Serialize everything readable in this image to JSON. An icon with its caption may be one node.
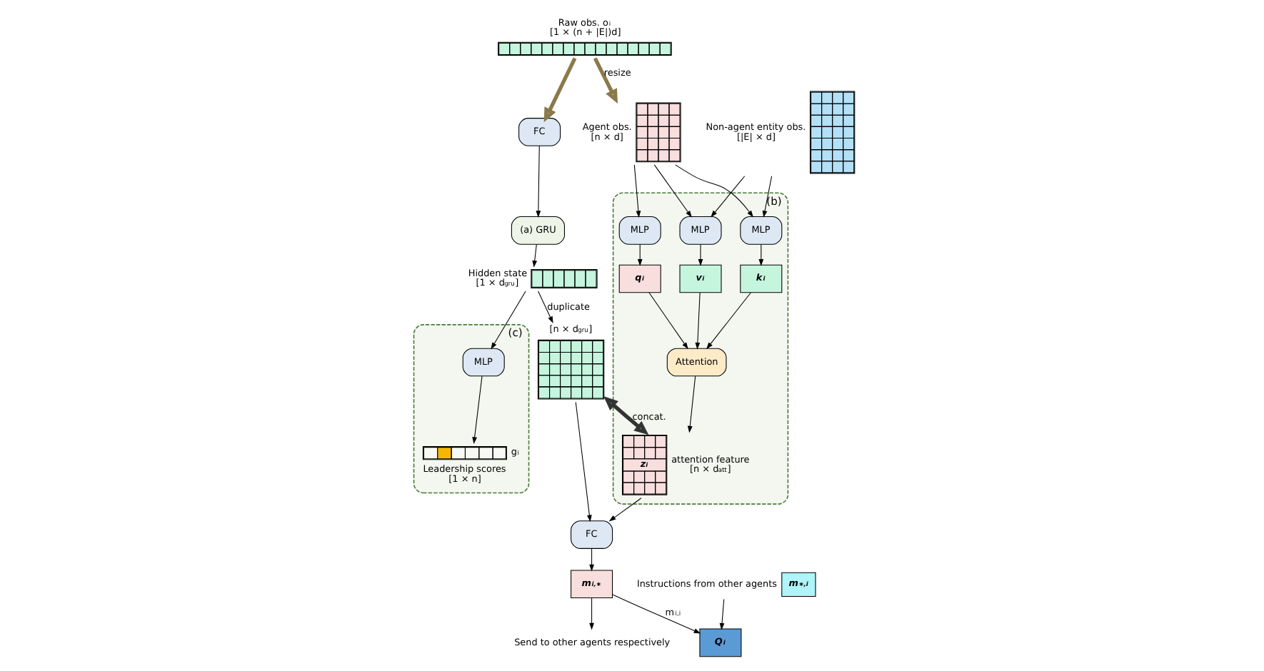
{
  "diagram": {
    "nodes": [
      {
        "text": [
          "Raw obs. o$_{i}$",
          "[1 × (n + |E|)d]"
        ]
      },
      {
        "text": [
          "FC"
        ]
      },
      {
        "text": [
          "(a) GRU"
        ]
      },
      {
        "text": [
          "Hidden state",
          "[1 × d$_{gru}$]"
        ]
      },
      {
        "text": [
          "Agent obs.",
          "[n × d]"
        ]
      },
      {
        "text": [
          "Non-agent entity obs.",
          "[|E| × d]"
        ]
      },
      {
        "text": [
          "(b)"
        ]
      },
      {
        "text": [
          "MLP"
        ],
        "in": 6
      },
      {
        "text": [
          "MLP"
        ],
        "in": 6
      },
      {
        "text": [
          "MLP"
        ],
        "in": 6
      },
      {
        "text": [
          "q$_{i}$"
        ],
        "in": 6
      },
      {
        "text": [
          "k$_{i}$"
        ],
        "in": 6
      },
      {
        "text": [
          "v$_{i}$"
        ],
        "in": 6
      },
      {
        "text": [
          "Attention"
        ],
        "in": 6
      },
      {
        "text": [
          "z$_{i}$"
        ],
        "beside": [
          "attention feature",
          "[n × d$_{att}$]"
        ],
        "in": 6
      },
      {
        "text": [
          "[n × d$_{gru}$]"
        ]
      },
      {
        "text": [
          "(c)"
        ]
      },
      {
        "text": [
          "MLP"
        ],
        "in": 16
      },
      {
        "text": [
          "Leadership scores",
          "[1 × n]"
        ],
        "beside": [
          "g$_{i}$"
        ],
        "in": 16
      },
      {
        "text": [
          "FC"
        ]
      },
      {
        "text": [
          "m$_{i,∗}$"
        ]
      },
      {
        "text": [
          "Q$_{i}$"
        ]
      },
      {
        "text": [
          "m$_{∗,i}$"
        ],
        "beside": [
          "Instructions from other agents"
        ]
      },
      {
        "text": [
          "Send to other agents respectively"
        ]
      }
    ],
    "edges": [
      {
        "from": 0,
        "to": 1,
        "arrow": "to",
        "style": "thick",
        "color": "#8a7a4a"
      },
      {
        "from": 0,
        "to": 4,
        "arrow": "to",
        "label": "resize",
        "style": "thick",
        "color": "#8a7a4a"
      },
      {
        "from": 1,
        "to": 2,
        "arrow": "to"
      },
      {
        "from": 2,
        "to": 3,
        "arrow": "to"
      },
      {
        "from": 3,
        "to": 15,
        "arrow": "to",
        "label": "duplicate"
      },
      {
        "from": 3,
        "to": 17,
        "arrow": "to"
      },
      {
        "from": 17,
        "to": 18,
        "arrow": "to"
      },
      {
        "from": 4,
        "to": 7,
        "arrow": "to"
      },
      {
        "from": 4,
        "to": 8,
        "arrow": "to"
      },
      {
        "from": 5,
        "to": 8,
        "arrow": "to"
      },
      {
        "from": 4,
        "to": 9,
        "arrow": "to"
      },
      {
        "from": 5,
        "to": 9,
        "arrow": "to"
      },
      {
        "from": 7,
        "to": 10,
        "arrow": "to"
      },
      {
        "from": 8,
        "to": 11,
        "arrow": "to"
      },
      {
        "from": 9,
        "to": 12,
        "arrow": "to"
      },
      {
        "from": 10,
        "to": 13,
        "arrow": "to"
      },
      {
        "from": 11,
        "to": 13,
        "arrow": "to"
      },
      {
        "from": 12,
        "to": 13,
        "arrow": "to"
      },
      {
        "from": 13,
        "to": 14,
        "arrow": "to"
      },
      {
        "from": 15,
        "to": 14,
        "arrow": "both",
        "label": "concat.",
        "style": "thick",
        "color": "#333333"
      },
      {
        "from": 15,
        "to": 19,
        "arrow": "to"
      },
      {
        "from": 14,
        "to": 19,
        "arrow": "to"
      },
      {
        "from": 19,
        "to": 20,
        "arrow": "to"
      },
      {
        "from": 20,
        "to": 23,
        "arrow": "to"
      },
      {
        "from": 20,
        "to": 21,
        "arrow": "to",
        "label": "m$_{i,i}$"
      },
      {
        "from": 22,
        "to": 21,
        "arrow": "to"
      }
    ]
  }
}
